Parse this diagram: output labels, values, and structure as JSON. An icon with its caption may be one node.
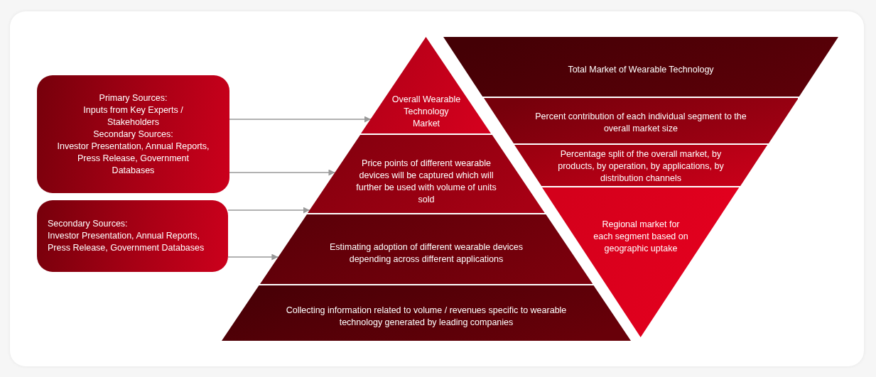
{
  "diagram": {
    "nodes": [
      {
        "text": [
          "Primary Sources:",
          "Inputs from Key Experts / Stakeholders",
          "Secondary Sources:",
          "Investor Presentation, Annual Reports, Press Release, Government Databases"
        ]
      },
      {
        "text": [
          "Secondary Sources:",
          "Investor Presentation, Annual Reports, Press Release, Government Databases"
        ]
      },
      {
        "text": [
          "Overall Wearable Technology Market"
        ]
      },
      {
        "text": [
          "Price points of different wearable devices will be captured which will further be used with volume of units sold"
        ]
      },
      {
        "text": [
          "Estimating adoption of different wearable devices depending across different applications"
        ]
      },
      {
        "text": [
          "Collecting information related to volume / revenues specific to wearable technology generated by leading companies"
        ]
      },
      {
        "text": [
          "Total Market of Wearable Technology"
        ]
      },
      {
        "text": [
          "Percent contribution of each individual segment to the overall market size"
        ]
      },
      {
        "text": [
          "Percentage split of the overall market, by products, by operation, by applications, by distribution channels"
        ]
      },
      {
        "text": [
          "Regional market for each segment based on geographic uptake"
        ]
      }
    ],
    "edges": [
      {
        "from": 0,
        "to": 2,
        "arrow": "to"
      },
      {
        "from": 0,
        "to": 3,
        "arrow": "to"
      },
      {
        "from": 1,
        "to": 3,
        "arrow": "to"
      },
      {
        "from": 1,
        "to": 4,
        "arrow": "to"
      }
    ]
  }
}
